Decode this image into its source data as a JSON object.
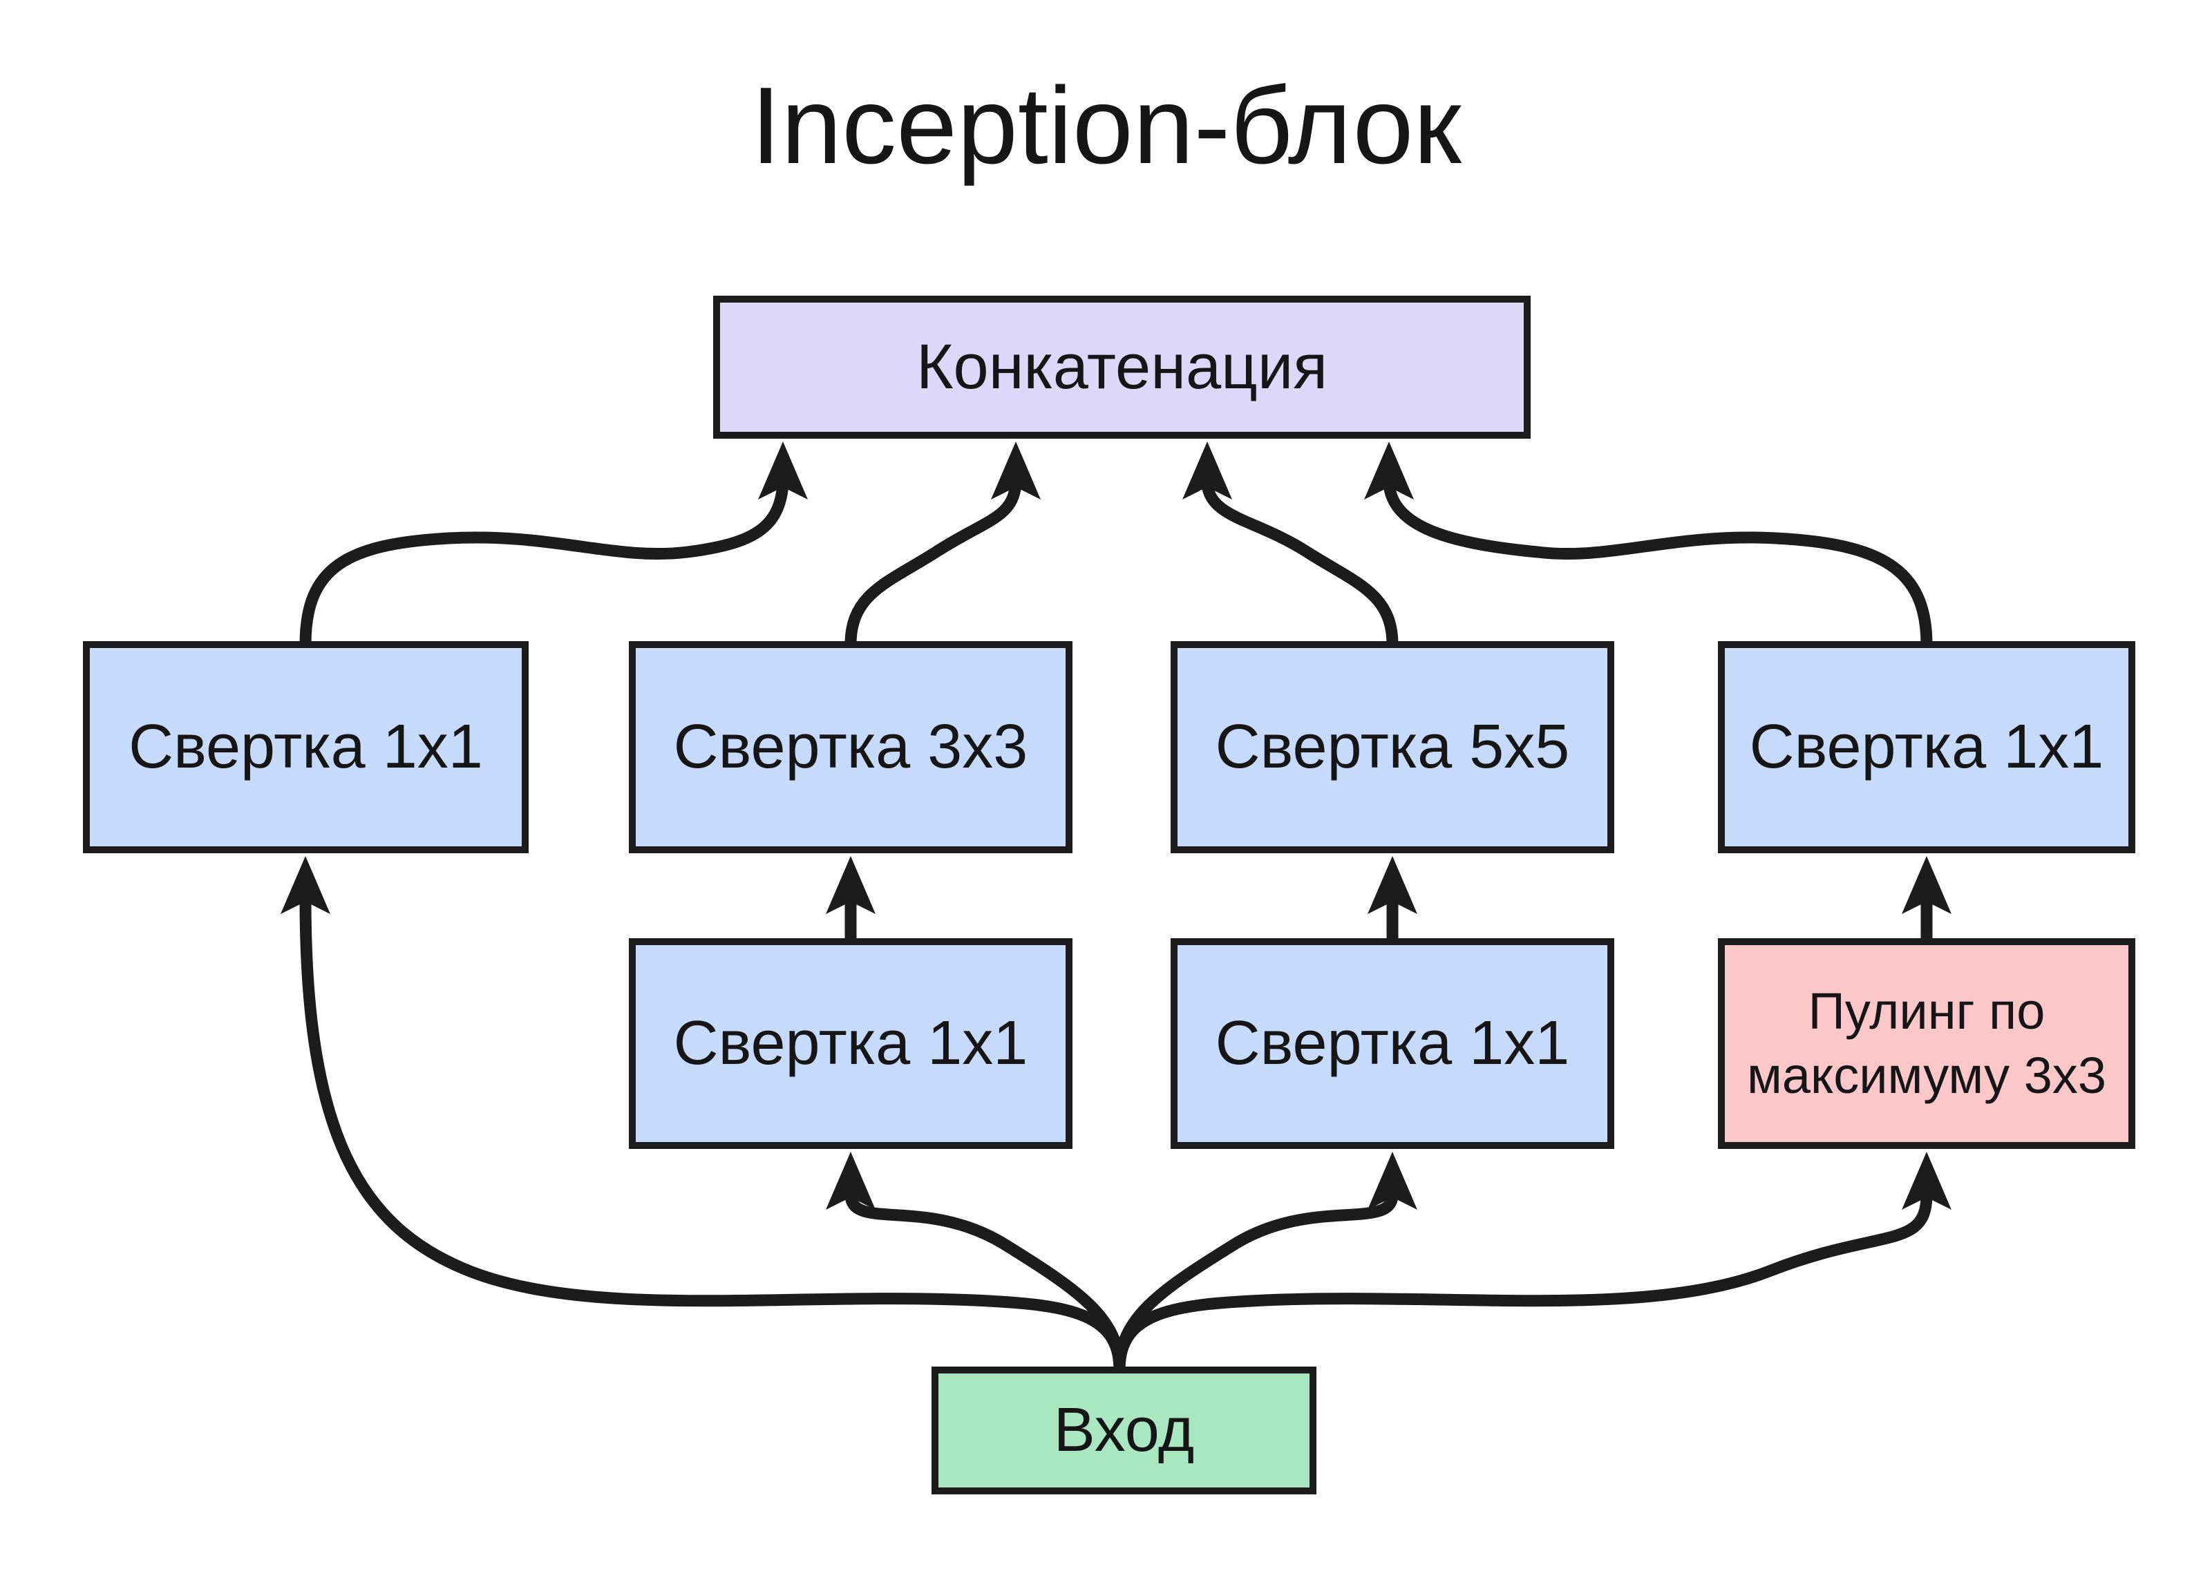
{
  "title": "Inception-блок",
  "colors": {
    "concat_fill": "#ddd8fa",
    "conv_fill": "#c6dafb",
    "pool_fill": "#fbc7c8",
    "input_fill": "#a9e7c1",
    "line": "#1c1c1c"
  },
  "nodes": {
    "concat": {
      "label": "Конкатенация"
    },
    "conv1x1_left": {
      "label": "Свертка 1x1"
    },
    "conv3x3": {
      "label": "Свертка 3x3"
    },
    "conv5x5": {
      "label": "Свертка 5x5"
    },
    "conv1x1_right": {
      "label": "Свертка 1x1"
    },
    "conv1x1_mid_left": {
      "label": "Свертка 1x1"
    },
    "conv1x1_mid_right": {
      "label": "Свертка 1x1"
    },
    "maxpool": {
      "lines": [
        "Пулинг по",
        "максимуму 3x3"
      ]
    },
    "input": {
      "label": "Вход"
    }
  }
}
